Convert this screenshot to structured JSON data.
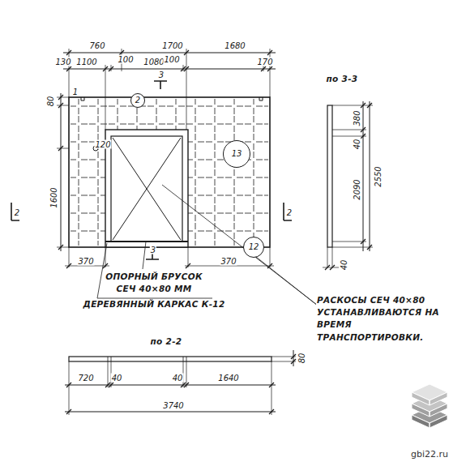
{
  "diagram": {
    "nodes": [
      {
        "text": [
          "2"
        ]
      },
      {
        "text": [
          "13"
        ]
      },
      {
        "text": [
          "12"
        ]
      }
    ],
    "labels": [
      "760",
      "1700",
      "1680",
      "130",
      "1100",
      "100",
      "1080",
      "100",
      "170",
      "80",
      "1",
      "3",
      "120",
      "1600",
      "2",
      "2",
      "3",
      "370",
      "370",
      "ОПОРНЫЙ БРУСОК",
      "СЕЧ 40×80 ММ",
      "ДЕРЕВЯННЫЙ КАРКАС К-12",
      "РАСКОСЫ СЕЧ 40×80 УСТАНАВЛИВАЮТСЯ НА ВРЕМЯ ТРАНСПОРТИРОВКИ.",
      "по 3-3",
      "380",
      "40",
      "2090",
      "2550",
      "40",
      "по 2-2",
      "80",
      "720",
      "40",
      "40",
      "1640",
      "3740",
      "gbi22.ru"
    ]
  }
}
